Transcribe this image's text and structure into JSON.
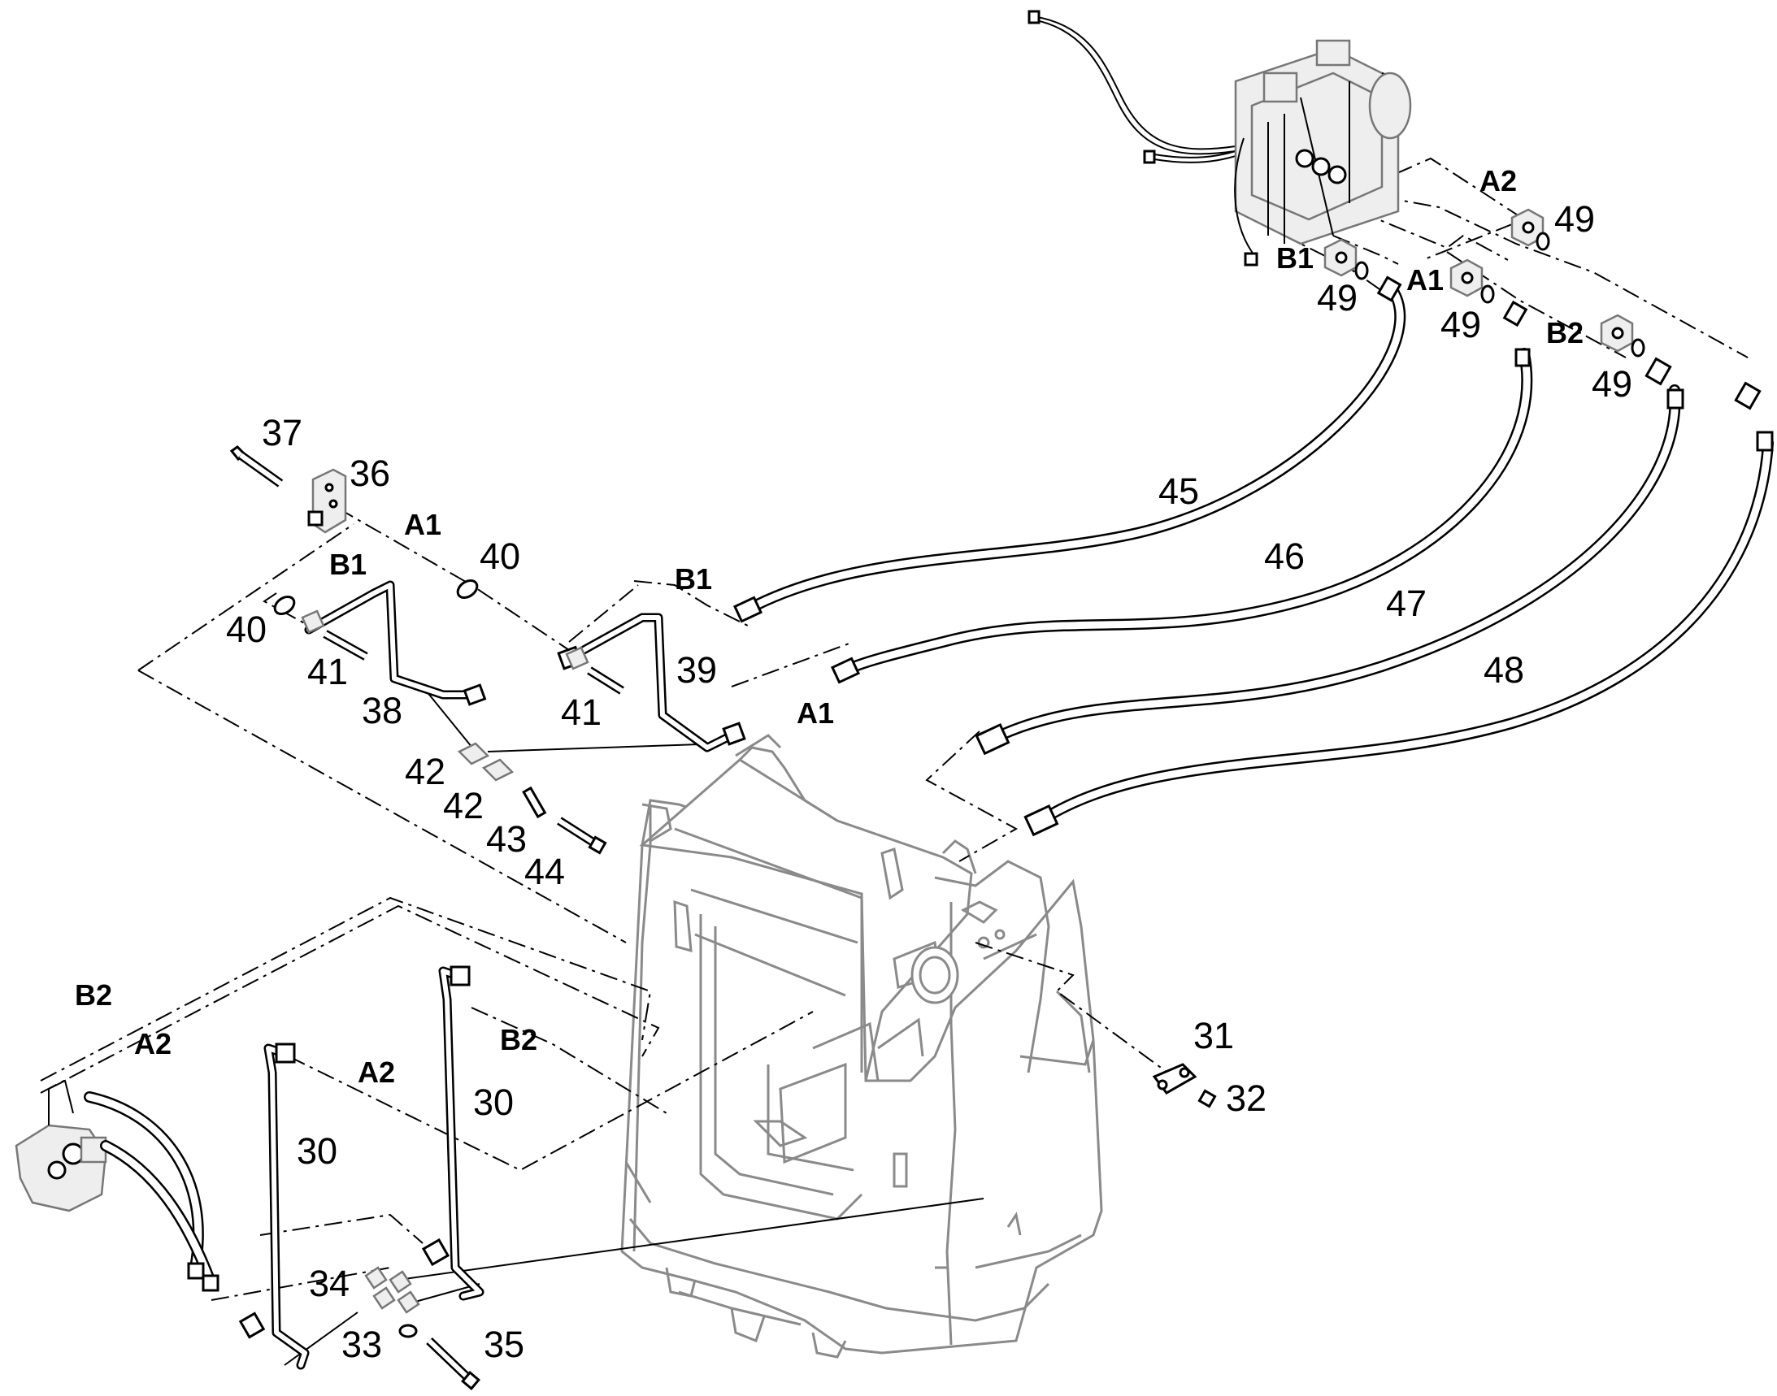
{
  "diagram": {
    "callouts": {
      "p30a": "30",
      "p30b": "30",
      "p31": "31",
      "p32": "32",
      "p33": "33",
      "p34": "34",
      "p35": "35",
      "p36": "36",
      "p37": "37",
      "p38": "38",
      "p39": "39",
      "p40a": "40",
      "p40b": "40",
      "p41a": "41",
      "p41b": "41",
      "p42a": "42",
      "p42b": "42",
      "p43": "43",
      "p44": "44",
      "p45": "45",
      "p46": "46",
      "p47": "47",
      "p48": "48",
      "p49a": "49",
      "p49b": "49",
      "p49c": "49",
      "p49d": "49"
    },
    "port_labels": {
      "a2_top": "A2",
      "b1_top": "B1",
      "a1_top": "A1",
      "b2_top": "B2",
      "a1_bracket": "A1",
      "b1_left": "B1",
      "b1_mid": "B1",
      "a1_mid": "A1",
      "b2_left": "B2",
      "a2_left": "A2",
      "a2_mid": "A2",
      "b2_mid": "B2"
    }
  }
}
